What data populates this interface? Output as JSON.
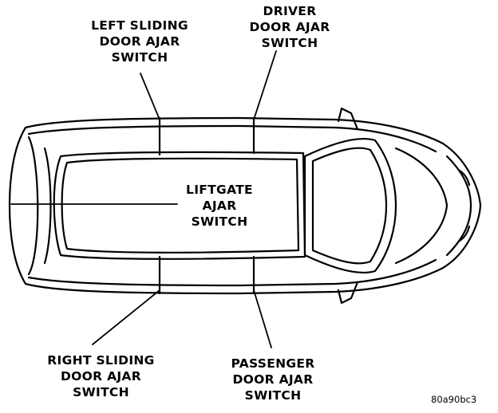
{
  "diagram": {
    "callouts": {
      "left_sliding": [
        "LEFT SLIDING",
        "DOOR AJAR",
        "SWITCH"
      ],
      "driver": [
        "DRIVER",
        "DOOR AJAR",
        "SWITCH"
      ],
      "liftgate": [
        "LIFTGATE",
        "AJAR",
        "SWITCH"
      ],
      "right_sliding": [
        "RIGHT SLIDING",
        "DOOR AJAR",
        "SWITCH"
      ],
      "passenger": [
        "PASSENGER",
        "DOOR AJAR",
        "SWITCH"
      ]
    },
    "figure_code": "80a90bc3",
    "colors": {
      "ink": "#000000",
      "background": "#ffffff"
    }
  }
}
